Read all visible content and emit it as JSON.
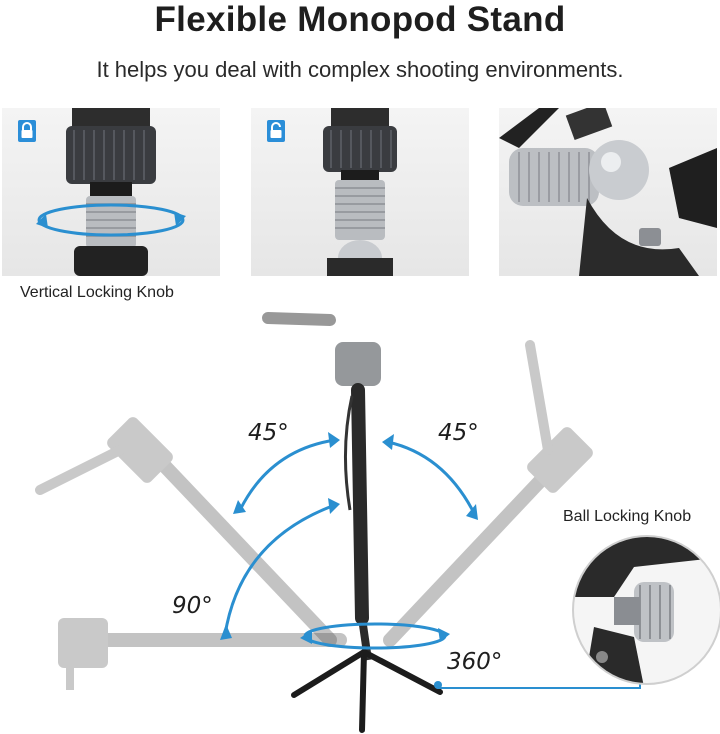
{
  "header": {
    "title": "Flexible Monopod Stand",
    "subtitle": "It helps you deal with complex shooting environments."
  },
  "panels": {
    "locked_icon": "lock-closed-icon",
    "unlocked_icon": "lock-open-icon"
  },
  "captions": {
    "vertical_knob": "Vertical Locking Knob",
    "ball_knob": "Ball Locking Knob"
  },
  "angles": {
    "left_tilt": "45°",
    "right_tilt": "45°",
    "side_tilt": "90°",
    "rotation": "360°"
  },
  "colors": {
    "accent": "#2a8fd0",
    "lock_badge": "#2b8ed8"
  }
}
